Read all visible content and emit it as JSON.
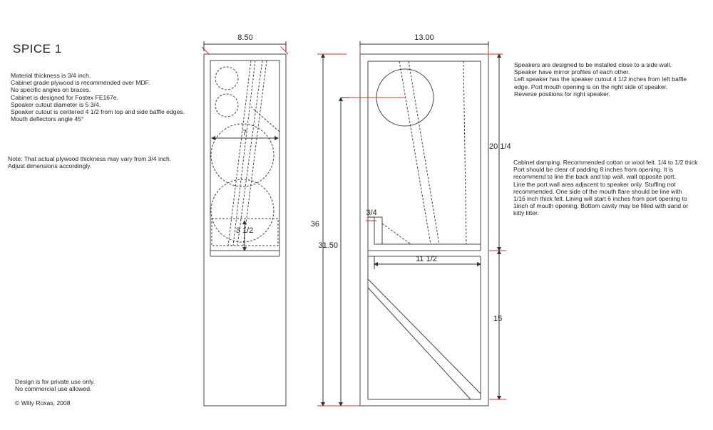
{
  "title": "SPICE 1",
  "notes_left": [
    "Material thickness is 3/4 inch.",
    "Cabinet grade plywood is recommended over MDF.",
    "No specific angles on braces.",
    "Cabinet is designed for Fostex FE167e.",
    "Speaker cutout diameter is 5 3/4.",
    "Speaker cutout is centered 4 1/2 from top and side baffle edges.",
    "Mouth deflectors angle 45°"
  ],
  "note_plywood": [
    "Note: That actual plywood thickness may vary from 3/4 inch.",
    "Adjust dimensions accordingly."
  ],
  "notes_right_top": [
    "Speakers are designed to be installed close to a side wall.",
    "Speaker have mirror profiles of each other.",
    "Left speaker has the speaker cutout 4 1/2 inches from left baffle",
    "edge. Port mouth opening is on the right side of speaker.",
    "Reverse positions for right speaker."
  ],
  "notes_right_damping": [
    "Cabinet damping. Recommended cotton or wool felt. 1/4 to 1/2 thick",
    "Port should be clear of padding 8 inches from opening. It is",
    "recommend to line the back and top wall, wall opposite port.",
    "Line the port wall area adjacent to speaker only. Stuffing not",
    "recommended. One side of the mouth flare should be line with",
    "1/16 inch thick felt. Lining will start 6 inches from port opening to",
    "1inch of mouth opening. Bottom cavity may be filled with sand or",
    "kitty litter."
  ],
  "footer": {
    "line1": "Design is for  private use only.",
    "line2": "No commercial use allowed.",
    "copyright": "© Willy Roxas, 2008"
  },
  "dimensions": {
    "front_width": "8.50",
    "front_inner_width": "7",
    "front_port_height": "3 1/2",
    "side_width": "13.00",
    "total_height": "36",
    "inner_height": "31.50",
    "upper_height": "20 1/4",
    "lower_height": "15",
    "port_width": "11 1/2",
    "thickness": "3/4"
  }
}
